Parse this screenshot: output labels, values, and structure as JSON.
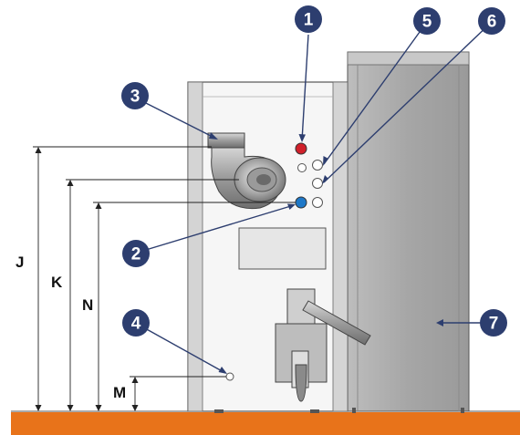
{
  "callouts": [
    {
      "num": "1"
    },
    {
      "num": "2"
    },
    {
      "num": "3"
    },
    {
      "num": "4"
    },
    {
      "num": "5"
    },
    {
      "num": "6"
    },
    {
      "num": "7"
    }
  ],
  "dimensions": {
    "J": "J",
    "K": "K",
    "N": "N",
    "M": "M"
  },
  "colors": {
    "floor": "#e8731a",
    "callout_fill": "#2d3e6f",
    "connection_red": "#d0202a",
    "connection_blue": "#1e78c8",
    "cabinet_fill": "#a9a9a9",
    "boiler_fill": "#f6f6f6"
  }
}
